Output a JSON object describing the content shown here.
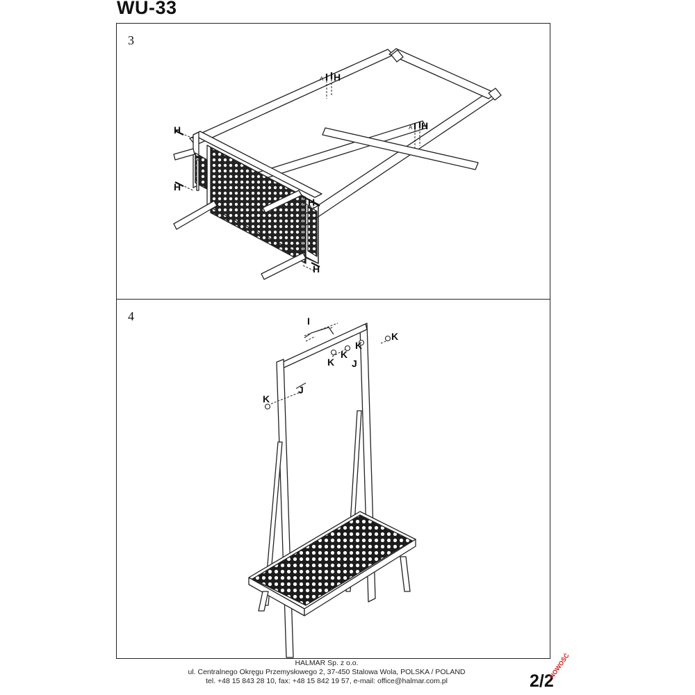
{
  "document": {
    "title": "WU-33",
    "page": "2/2",
    "badge": "NOWOŚĆ"
  },
  "steps": [
    {
      "number": "3",
      "part_labels": [
        "H",
        "H",
        "H",
        "H",
        "H",
        "H"
      ],
      "sub_labels": [
        "A",
        "A"
      ]
    },
    {
      "number": "4",
      "part_labels": [
        "I",
        "K",
        "K",
        "K",
        "K",
        "J",
        "J",
        "K"
      ]
    }
  ],
  "footer": {
    "company": "HALMAR Sp. z o.o.",
    "address": "ul. Centralnego Okręgu Przemysłowego 2, 37-450 Stalowa Wola, POLSKA / POLAND",
    "contact": "tel. +48 15 843 28 10, fax: +48 15 842 19 57, e-mail: office@halmar.com.pl"
  }
}
